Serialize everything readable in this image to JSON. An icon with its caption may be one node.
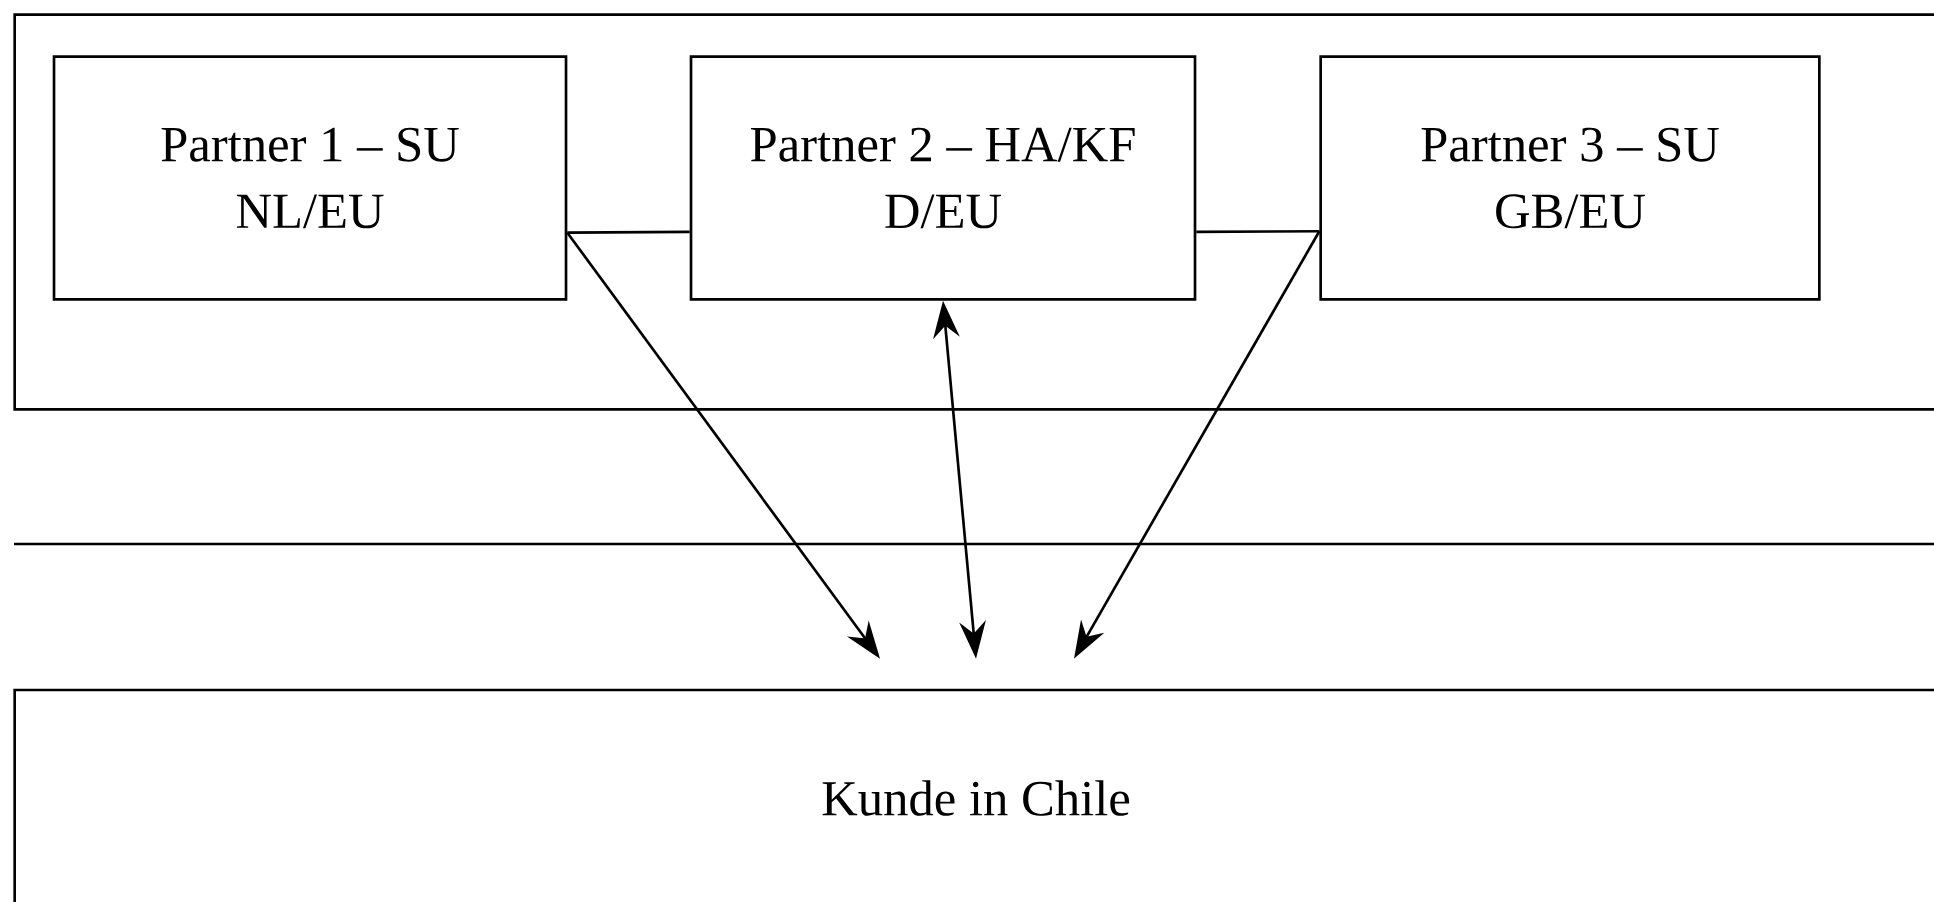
{
  "diagram": {
    "nodes": [
      {
        "text": [],
        "shape": "box"
      },
      {
        "text": [
          "Partner 1 – SU NL/EU"
        ],
        "in": 0
      },
      {
        "text": [
          "Partner 2 – HA/KF D/EU"
        ],
        "in": 0
      },
      {
        "text": [
          "Partner 3 – SU GB/EU"
        ],
        "in": 0
      },
      {
        "text": [
          "Kunde in Chile"
        ]
      }
    ],
    "edges": [
      {
        "from": 1,
        "to": 2,
        "arrow": "none"
      },
      {
        "from": 2,
        "to": 3,
        "arrow": "none"
      },
      {
        "from": 1,
        "to": 4,
        "arrow": "to"
      },
      {
        "from": 2,
        "to": 4,
        "arrow": "both"
      },
      {
        "from": 3,
        "to": 4,
        "arrow": "to"
      }
    ]
  }
}
